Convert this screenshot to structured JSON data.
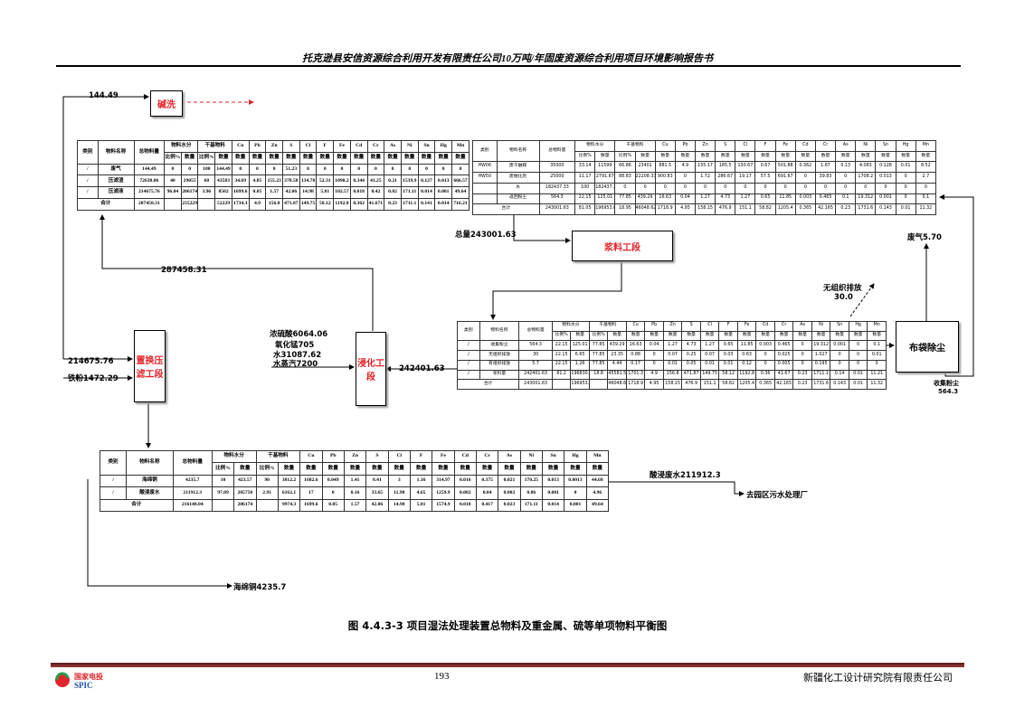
{
  "header": {
    "title": "托克逊县安信资源综合利用开发有限责任公司10万吨/年固废资源综合利用项目环境影响报告书"
  },
  "columns": {
    "category": "类别",
    "name": "物料名称",
    "total": "总物料量",
    "water": "物料水分",
    "dry": "干基物料",
    "ratio": "比例%",
    "qty": "数量",
    "elements": [
      "Cu",
      "Pb",
      "Zn",
      "S",
      "Cl",
      "F",
      "Fe",
      "Cd",
      "Cr",
      "As",
      "Ni",
      "Sn",
      "Hg",
      "Mn"
    ]
  },
  "tables": {
    "t1": {
      "rows": [
        [
          "/",
          "废气",
          "144.49",
          "0",
          "0",
          "100",
          "144.49",
          "0",
          "0",
          "0",
          "51.23",
          "0",
          "0",
          "0",
          "0",
          "0",
          "0",
          "0",
          "0",
          "0",
          "0"
        ],
        [
          "/",
          "压滤渣",
          "72638.06",
          "40",
          "29055",
          "60",
          "43583",
          "34.69",
          "4.85",
          "155.23",
          "378.58",
          "134.78",
          "52.31",
          "1090.2",
          "0.344",
          "41.25",
          "0.21",
          "1539.9",
          "0.127",
          "0.013",
          "666.57"
        ],
        [
          "/",
          "压滤液",
          "214675.76",
          "96.04",
          "206174",
          "3.96",
          "8502",
          "1699.6",
          "0.05",
          "1.57",
          "42.06",
          "14.98",
          "5.81",
          "102.57",
          "0.018",
          "0.42",
          "0.02",
          "171.11",
          "0.014",
          "0.001",
          "49.64"
        ]
      ],
      "total": [
        "合计",
        "287458.31",
        "",
        "235229",
        "",
        "52229",
        "1734.3",
        "4.9",
        "156.8",
        "471.87",
        "149.75",
        "58.12",
        "1192.8",
        "0.362",
        "41.671",
        "0.23",
        "1711.1",
        "0.141",
        "0.014",
        "716.21"
      ]
    },
    "t2": {
      "rows": [
        [
          "HW06",
          "废干触媒",
          "35000",
          "33.14",
          "11599",
          "66.86",
          "23401",
          "881.5",
          "4.9",
          "155.17",
          "185.5",
          "130.67",
          "0.67",
          "501.88",
          "0.362",
          "1.87",
          "0.13",
          "4.083",
          "0.128",
          "0.01",
          "8.52"
        ],
        [
          "HW50",
          "废催化剂",
          "25000",
          "11.17",
          "2791.67",
          "88.83",
          "22208.33",
          "900.83",
          "0",
          "1.72",
          "286.67",
          "19.17",
          "57.5",
          "691.67",
          "0",
          "39.83",
          "0",
          "1708.2",
          "0.013",
          "0",
          "2.7"
        ],
        [
          "",
          "水",
          "182437.33",
          "100",
          "182437.33",
          "0",
          "0",
          "0",
          "0",
          "0",
          "0",
          "0",
          "0",
          "0",
          "0",
          "0",
          "0",
          "0",
          "0",
          "0",
          "0"
        ],
        [
          "",
          "返回粉尘",
          "564.3",
          "22.15",
          "125.01",
          "77.85",
          "439.29",
          "16.63",
          "0.04",
          "1.27",
          "4.73",
          "1.27",
          "0.65",
          "11.85",
          "0.003",
          "0.465",
          "0.1",
          "19.312",
          "0.001",
          "0",
          "0.1"
        ]
      ],
      "total": [
        "合计",
        "243001.63",
        "81.05",
        "196953.01",
        "18.95",
        "46048.62",
        "1718.9",
        "4.95",
        "158.15",
        "476.9",
        "151.1",
        "58.82",
        "1205.4",
        "0.365",
        "42.165",
        "0.23",
        "1731.6",
        "0.143",
        "0.01",
        "11.32"
      ]
    },
    "t3": {
      "rows": [
        [
          "/",
          "收集粉尘",
          "564.3",
          "22.15",
          "125.01",
          "77.85",
          "439.29",
          "16.63",
          "0.04",
          "1.27",
          "4.73",
          "1.27",
          "0.65",
          "11.85",
          "0.003",
          "0.465",
          "0",
          "19.312",
          "0.001",
          "0",
          "0.1"
        ],
        [
          "/",
          "无组织排放",
          "30",
          "22.15",
          "6.65",
          "77.85",
          "23.35",
          "0.88",
          "0",
          "0.07",
          "0.25",
          "0.07",
          "0.03",
          "0.63",
          "0",
          "0.025",
          "0",
          "1.027",
          "0",
          "0",
          "0.01"
        ],
        [
          "/",
          "有组织排放",
          "5.7",
          "22.15",
          "1.26",
          "77.85",
          "4.44",
          "0.17",
          "0",
          "0.01",
          "0.05",
          "0.01",
          "0.01",
          "0.12",
          "0",
          "0.005",
          "0",
          "0.195",
          "0",
          "0",
          "0"
        ],
        [
          "/",
          "浆料量",
          "242401.63",
          "81.2",
          "196830.09",
          "18.8",
          "45581.54",
          "1701.3",
          "4.9",
          "156.8",
          "471.87",
          "149.75",
          "58.12",
          "1192.8",
          "0.36",
          "41.67",
          "0.23",
          "1711.1",
          "0.14",
          "0.01",
          "11.21"
        ]
      ],
      "total": [
        "合计",
        "243001.63",
        "",
        "196953.01",
        "",
        "46048.62",
        "1718.9",
        "4.95",
        "158.15",
        "476.9",
        "151.1",
        "58.82",
        "1205.4",
        "0.365",
        "42.165",
        "0.23",
        "1731.6",
        "0.143",
        "0.01",
        "11.32"
      ]
    },
    "t4": {
      "rows": [
        [
          "/",
          "海绵铜",
          "4235.7",
          "10",
          "423.57",
          "90",
          "3812.2",
          "1682.6",
          "0.049",
          "1.41",
          "8.41",
          "3",
          "1.16",
          "314.97",
          "0.016",
          "0.375",
          "0.021",
          "170.25",
          "0.013",
          "0.0013",
          "44.68"
        ],
        [
          "/",
          "酸浸废水",
          "211912.3",
          "97.09",
          "205750",
          "2.91",
          "6162.1",
          "17",
          "0",
          "0.16",
          "33.65",
          "11.98",
          "4.65",
          "1259.9",
          "0.002",
          "0.04",
          "0.002",
          "0.86",
          "0.001",
          "0",
          "4.96"
        ]
      ],
      "total": [
        "合计",
        "216148.04",
        "",
        "206174",
        "",
        "9974.3",
        "1699.6",
        "0.05",
        "1.57",
        "42.06",
        "14.98",
        "5.81",
        "1574.9",
        "0.018",
        "0.417",
        "0.023",
        "171.11",
        "0.014",
        "0.001",
        "49.64"
      ]
    }
  },
  "boxes": {
    "alkali": "碱洗",
    "slurry": "浆料工段",
    "leach": "浸化工段",
    "press": "置换压滤工段",
    "bag": "布袋除尘"
  },
  "labels": {
    "v144": "144.49",
    "total243": "总量243001.63",
    "v287": "287458.31",
    "waste_gas": "废气5.70",
    "fugitive": "无组织排放",
    "fugitive_val": "30.0",
    "acid": "浓硫酸6064.06",
    "mno": "氧化锰705",
    "water": "水31087.62",
    "steam": "水蒸汽7200",
    "v242": "242401.63",
    "v214": "214675.76",
    "iron": "铁粉1472.29",
    "dust": "收集粉尘",
    "dust_val": "564.3",
    "acid_ww": "酸浸废水211912.3",
    "to_plant": "去园区污水处理厂",
    "sponge": "海绵铜4235.7"
  },
  "caption": "图 4.4.3-3  项目湿法处理装置总物料及重金属、硫等单项物料平衡图",
  "footer": {
    "page": "193",
    "org": "新疆化工设计研究院有限责任公司",
    "logo_cn": "国家电投",
    "logo_en": "SPIC"
  },
  "colors": {
    "box_text": "#e0262b",
    "footer_bar": "#7a2a2a"
  }
}
